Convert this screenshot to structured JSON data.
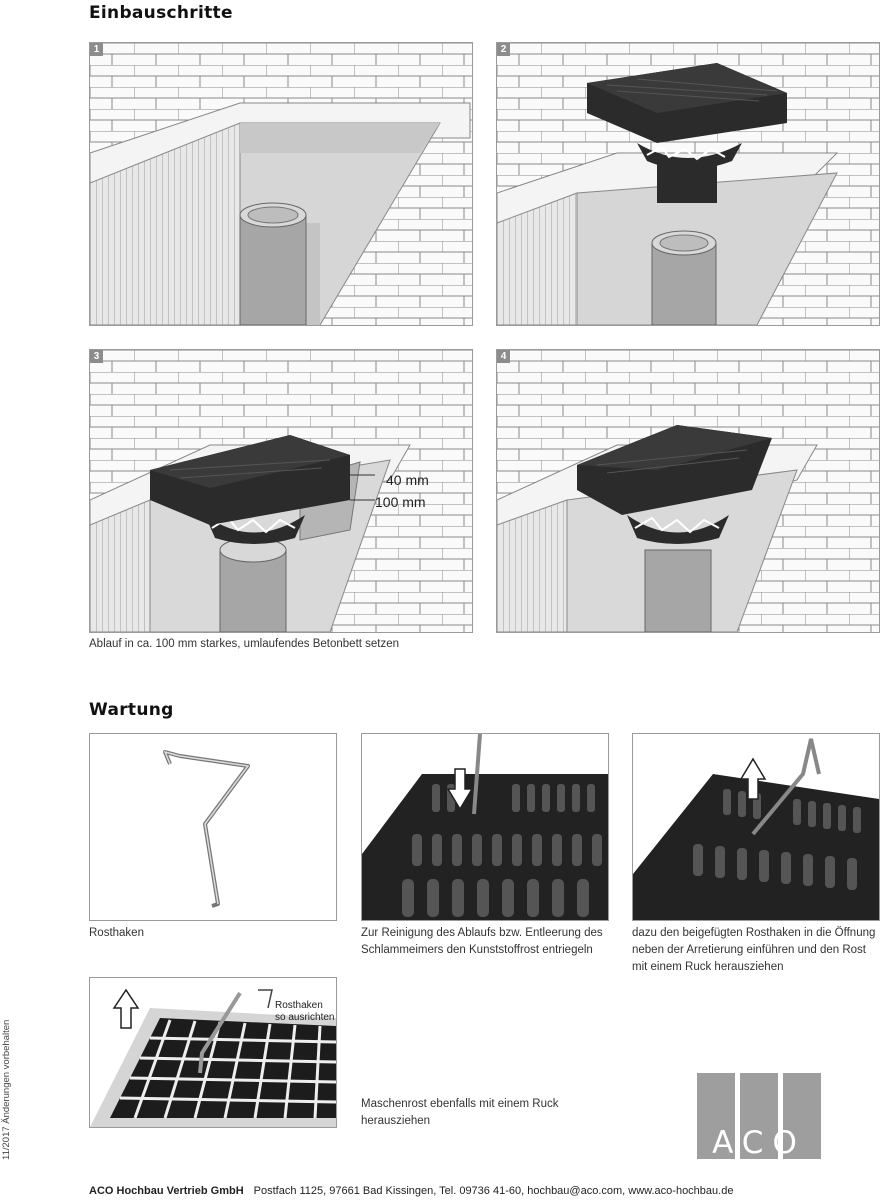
{
  "sections": {
    "install_title": "Einbauschritte",
    "maintenance_title": "Wartung"
  },
  "steps": [
    {
      "number": "1"
    },
    {
      "number": "2"
    },
    {
      "number": "3",
      "dim_top": "40 mm",
      "dim_bottom": "100 mm"
    },
    {
      "number": "4"
    }
  ],
  "install_caption": "Ablauf in ca. 100 mm starkes, umlaufendes Betonbett setzen",
  "maintenance": {
    "captions": [
      "Rosthaken",
      "Zur Reinigung des Ablaufs bzw. Entleerung des Schlammeimers den Kunststoffrost entriegeln",
      "dazu den beigefügten Rosthaken in die Öffnung neben der Arretierung einführen und den Rost mit einem Ruck herausziehen",
      "Maschenrost ebenfalls mit einem Ruck herausziehen"
    ],
    "hook_note_line1": "Rosthaken",
    "hook_note_line2": "so ausrichten"
  },
  "side_note": "11/2017 Änderungen vorbehalten",
  "footer": {
    "company": "ACO Hochbau Vertrieb GmbH",
    "address": "Postfach 1125, 97661 Bad Kissingen,  Tel. 09736 41-60, hochbau@aco.com, www.aco-hochbau.de"
  },
  "logo": {
    "text": "ACO",
    "color": "#9e9e9e"
  },
  "colors": {
    "panel_border": "#9a9a9a",
    "drain_dark": "#2b2b2b",
    "number_badge": "#8c8c8c"
  }
}
